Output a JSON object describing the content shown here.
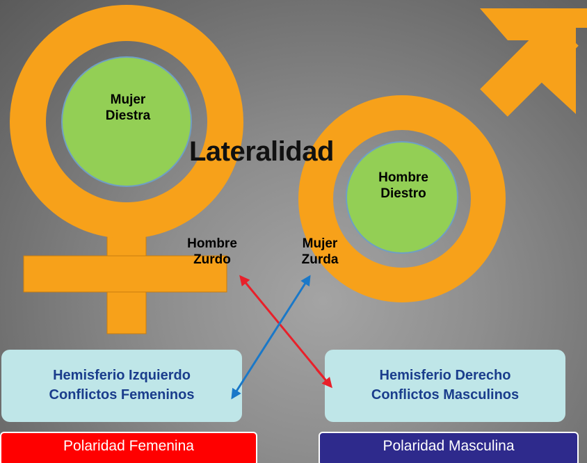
{
  "title": "Lateralidad",
  "female_symbol": {
    "label_line1": "Mujer",
    "label_line2": "Diestra"
  },
  "male_symbol": {
    "label_line1": "Hombre",
    "label_line2": "Diestro"
  },
  "left_handed": {
    "man_line1": "Hombre",
    "man_line2": "Zurdo",
    "woman_line1": "Mujer",
    "woman_line2": "Zurda"
  },
  "left_box": {
    "line1": "Hemisferio Izquierdo",
    "line2": "Conflictos Femeninos"
  },
  "right_box": {
    "line1": "Hemisferio Derecho",
    "line2": "Conflictos Masculinos"
  },
  "polarity": {
    "female": "Polaridad Femenina",
    "male": "Polaridad Masculina"
  },
  "colors": {
    "symbol_orange": "#f7a11a",
    "inner_green": "#93cf55",
    "box_fill": "#bfe6e8",
    "box_text": "#1a3d8c",
    "arrow_red": "#e8202a",
    "arrow_blue": "#1a78c8",
    "female_polarity": "#ff0000",
    "male_polarity": "#2e2a8c"
  }
}
